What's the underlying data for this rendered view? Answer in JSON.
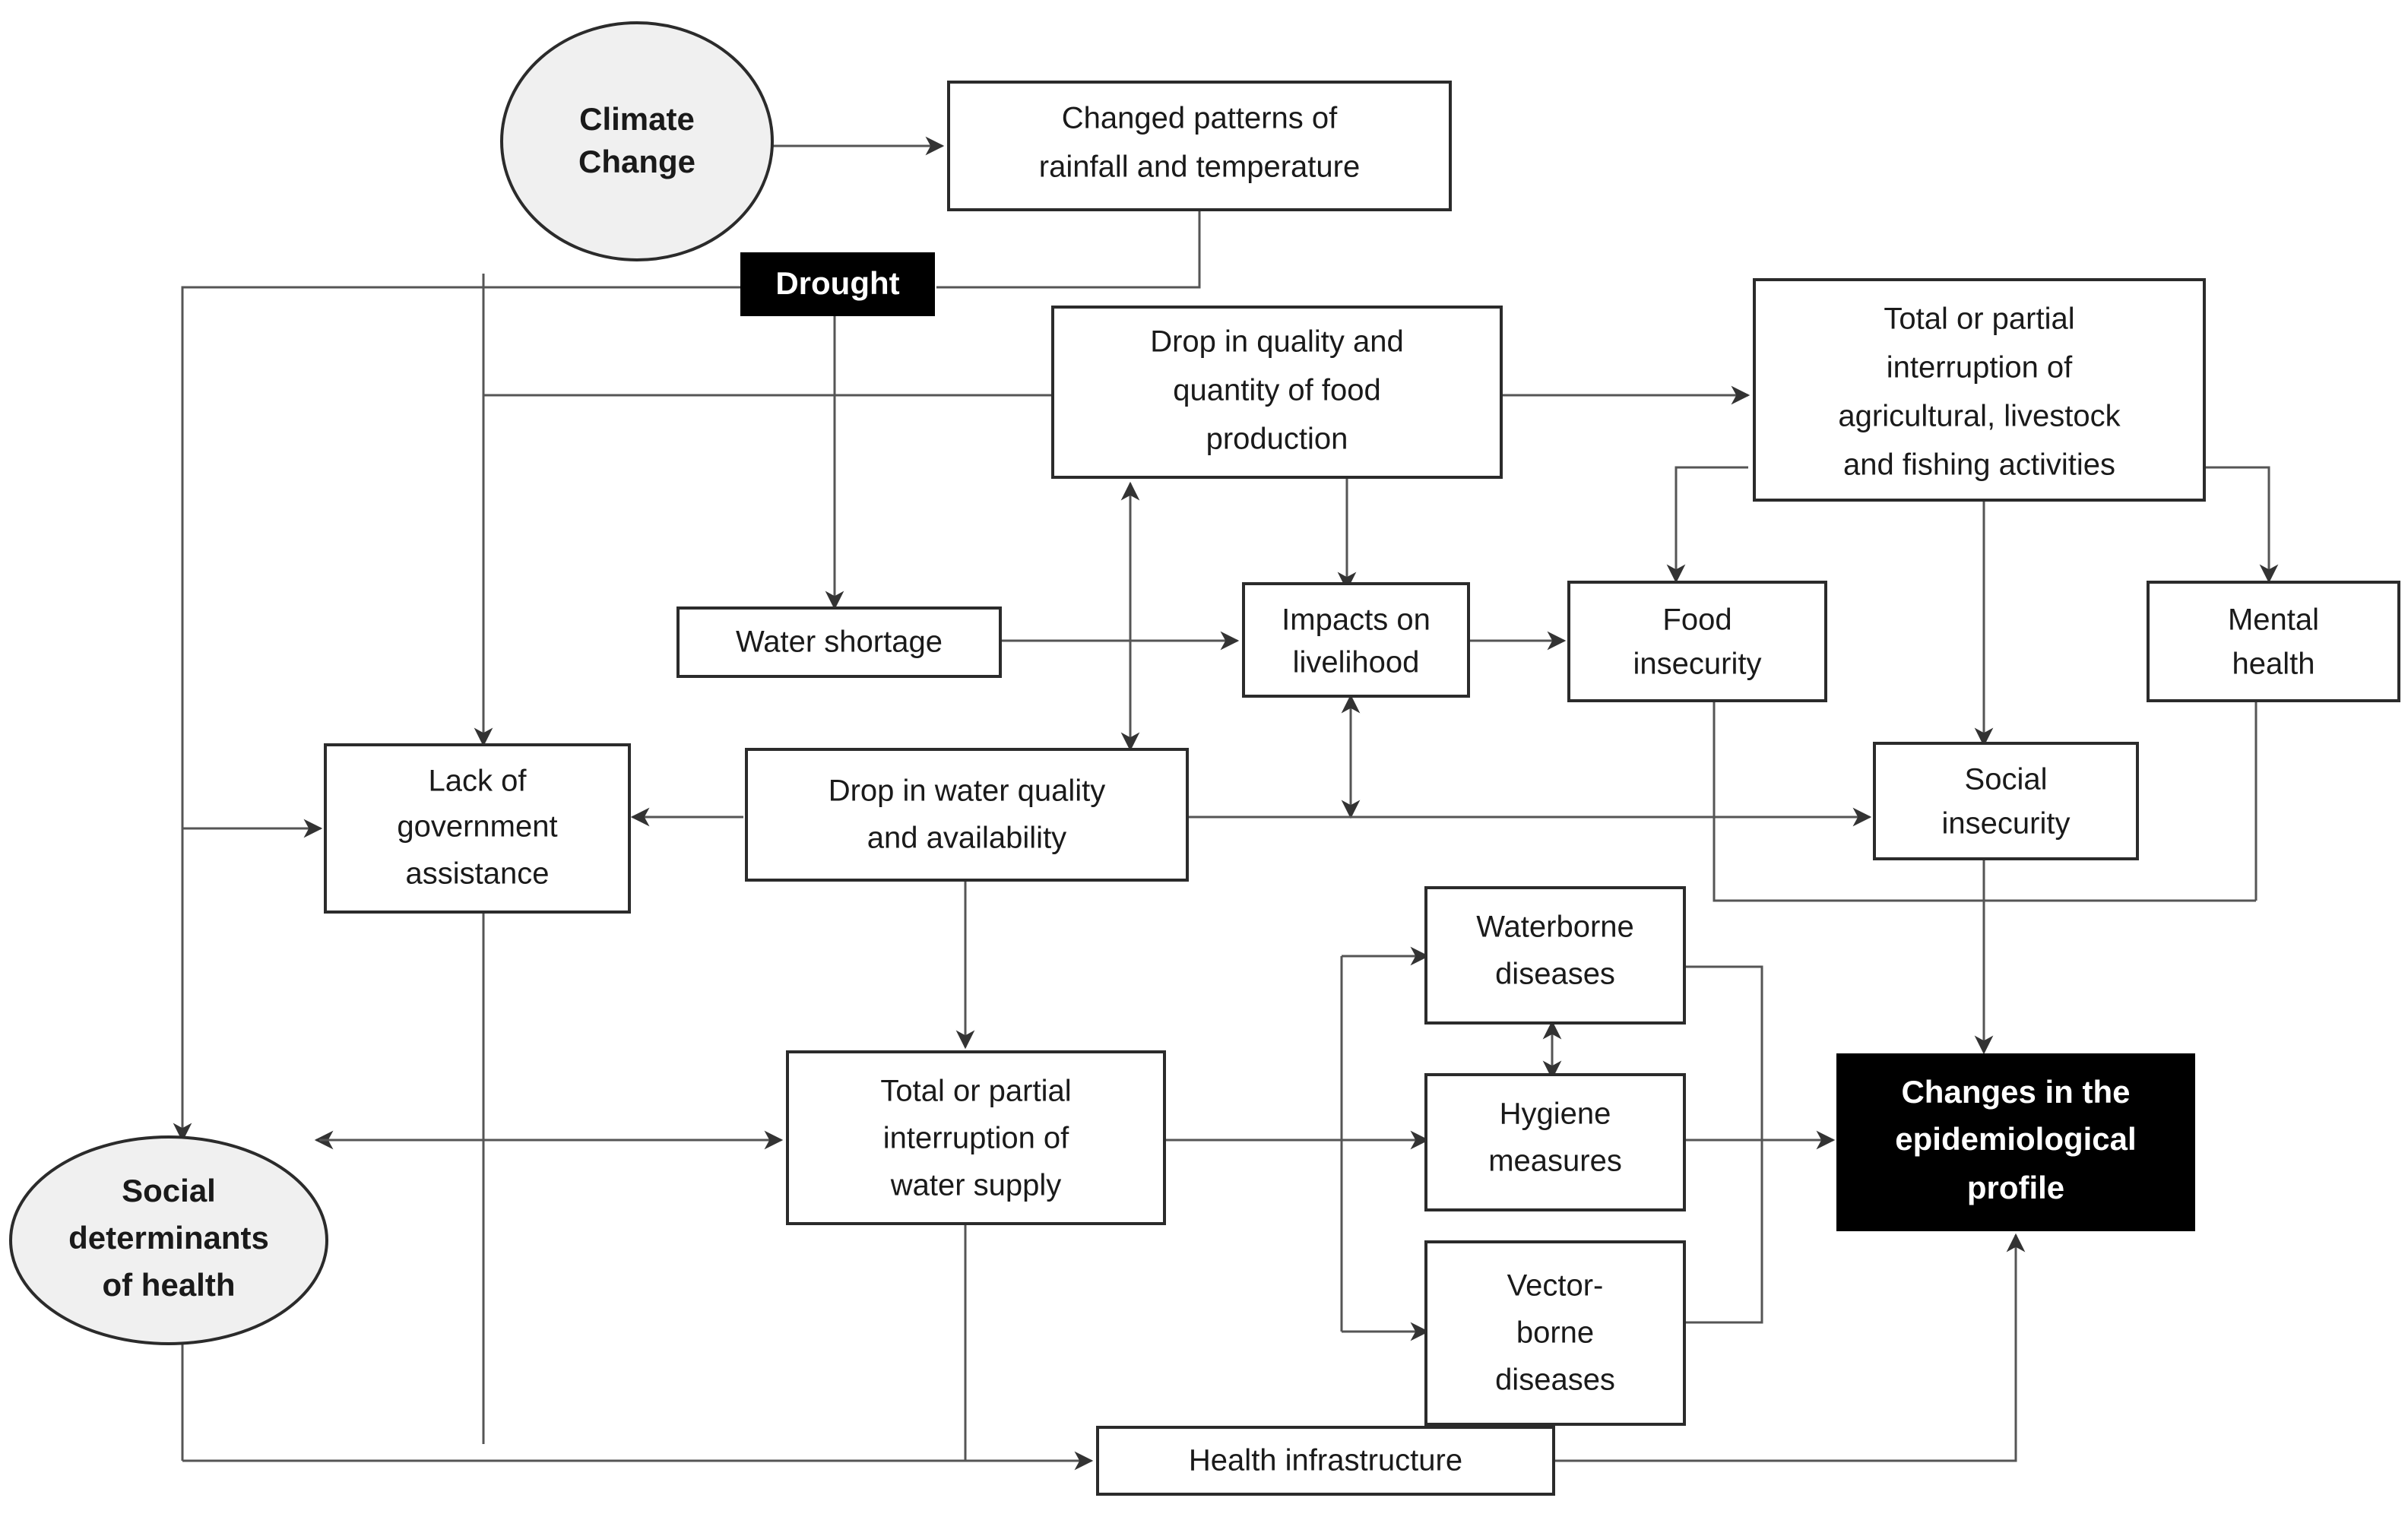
{
  "diagram": {
    "type": "flowchart",
    "title": "Climate change, drought and health impact pathway",
    "colors": {
      "node_fill": "#ffffff",
      "node_stroke": "#2b2b2b",
      "highlight_fill": "#000000",
      "highlight_text": "#ffffff",
      "ellipse_fill": "#f0f0f0",
      "edge_stroke": "#555555",
      "background": "#ffffff"
    },
    "nodes": [
      {
        "id": "climate_change",
        "label": "Climate Change",
        "lines": [
          "Climate",
          "Change"
        ],
        "shape": "ellipse",
        "style": "shaded-bold"
      },
      {
        "id": "changed_patterns",
        "label": "Changed patterns of rainfall and temperature",
        "lines": [
          "Changed patterns of",
          "rainfall and temperature"
        ],
        "shape": "rect",
        "style": "plain"
      },
      {
        "id": "drought",
        "label": "Drought",
        "lines": [
          "Drought"
        ],
        "shape": "rect",
        "style": "inverted-bold"
      },
      {
        "id": "food_production",
        "label": "Drop in quality and quantity of food production",
        "lines": [
          "Drop in quality and",
          "quantity of food",
          "production"
        ],
        "shape": "rect",
        "style": "plain"
      },
      {
        "id": "interruption_agri",
        "label": "Total or partial interruption of agricultural, livestock and fishing activities",
        "lines": [
          "Total or partial",
          "interruption of",
          "agricultural, livestock",
          "and fishing activities"
        ],
        "shape": "rect",
        "style": "plain"
      },
      {
        "id": "water_shortage",
        "label": "Water shortage",
        "lines": [
          "Water shortage"
        ],
        "shape": "rect",
        "style": "plain"
      },
      {
        "id": "impacts_livelihood",
        "label": "Impacts on livelihood",
        "lines": [
          "Impacts on",
          "livelihood"
        ],
        "shape": "rect",
        "style": "plain"
      },
      {
        "id": "food_insecurity",
        "label": "Food insecurity",
        "lines": [
          "Food",
          "insecurity"
        ],
        "shape": "rect",
        "style": "plain"
      },
      {
        "id": "mental_health",
        "label": "Mental health",
        "lines": [
          "Mental",
          "health"
        ],
        "shape": "rect",
        "style": "plain"
      },
      {
        "id": "lack_gov_assistance",
        "label": "Lack of government assistance",
        "lines": [
          "Lack of",
          "government",
          "assistance"
        ],
        "shape": "rect",
        "style": "plain"
      },
      {
        "id": "water_quality",
        "label": "Drop in water quality and availability",
        "lines": [
          "Drop in water quality",
          "and availability"
        ],
        "shape": "rect",
        "style": "plain"
      },
      {
        "id": "social_insecurity",
        "label": "Social insecurity",
        "lines": [
          "Social",
          "insecurity"
        ],
        "shape": "rect",
        "style": "plain"
      },
      {
        "id": "waterborne_diseases",
        "label": "Waterborne diseases",
        "lines": [
          "Waterborne",
          "diseases"
        ],
        "shape": "rect",
        "style": "plain"
      },
      {
        "id": "social_determinants",
        "label": "Social determinants of health",
        "lines": [
          "Social",
          "determinants",
          "of health"
        ],
        "shape": "ellipse",
        "style": "shaded-bold"
      },
      {
        "id": "water_supply",
        "label": "Total or partial interruption of water supply",
        "lines": [
          "Total or partial",
          "interruption of",
          "water supply"
        ],
        "shape": "rect",
        "style": "plain"
      },
      {
        "id": "hygiene_measures",
        "label": "Hygiene measures",
        "lines": [
          "Hygiene",
          "measures"
        ],
        "shape": "rect",
        "style": "plain"
      },
      {
        "id": "epidemiological_profile",
        "label": "Changes in the epidemiological profile",
        "lines": [
          "Changes in the",
          "epidemiological",
          "profile"
        ],
        "shape": "rect",
        "style": "inverted-bold"
      },
      {
        "id": "vector_borne_diseases",
        "label": "Vector-borne diseases",
        "lines": [
          "Vector-",
          "borne",
          "diseases"
        ],
        "shape": "rect",
        "style": "plain"
      },
      {
        "id": "health_infrastructure",
        "label": "Health infrastructure",
        "lines": [
          "Health infrastructure"
        ],
        "shape": "rect",
        "style": "plain"
      }
    ],
    "edges": [
      {
        "from": "climate_change",
        "to": "changed_patterns",
        "direction": "one-way"
      },
      {
        "from": "changed_patterns",
        "to": "drought",
        "direction": "one-way"
      },
      {
        "from": "drought",
        "to": "water_shortage",
        "direction": "one-way"
      },
      {
        "from": "drought",
        "to": "food_production",
        "direction": "one-way"
      },
      {
        "from": "drought",
        "to": "lack_gov_assistance",
        "direction": "one-way"
      },
      {
        "from": "drought",
        "to": "social_determinants",
        "direction": "one-way"
      },
      {
        "from": "food_production",
        "to": "interruption_agri",
        "direction": "one-way"
      },
      {
        "from": "food_production",
        "to": "impacts_livelihood",
        "direction": "one-way"
      },
      {
        "from": "food_production",
        "to": "water_quality",
        "direction": "two-way"
      },
      {
        "from": "interruption_agri",
        "to": "food_insecurity",
        "direction": "one-way"
      },
      {
        "from": "interruption_agri",
        "to": "social_insecurity",
        "direction": "one-way"
      },
      {
        "from": "interruption_agri",
        "to": "mental_health",
        "direction": "one-way"
      },
      {
        "from": "water_shortage",
        "to": "impacts_livelihood",
        "direction": "one-way"
      },
      {
        "from": "impacts_livelihood",
        "to": "food_insecurity",
        "direction": "one-way"
      },
      {
        "from": "impacts_livelihood",
        "to": "water_quality",
        "direction": "two-way"
      },
      {
        "from": "food_insecurity",
        "to": "epidemiological_profile",
        "direction": "one-way"
      },
      {
        "from": "mental_health",
        "to": "epidemiological_profile",
        "direction": "one-way"
      },
      {
        "from": "water_quality",
        "to": "lack_gov_assistance",
        "direction": "one-way"
      },
      {
        "from": "water_quality",
        "to": "social_insecurity",
        "direction": "one-way"
      },
      {
        "from": "water_quality",
        "to": "water_supply",
        "direction": "one-way"
      },
      {
        "from": "social_insecurity",
        "to": "epidemiological_profile",
        "direction": "one-way"
      },
      {
        "from": "water_supply",
        "to": "social_determinants",
        "direction": "one-way"
      },
      {
        "from": "water_supply",
        "to": "waterborne_diseases",
        "direction": "one-way"
      },
      {
        "from": "water_supply",
        "to": "hygiene_measures",
        "direction": "one-way"
      },
      {
        "from": "water_supply",
        "to": "vector_borne_diseases",
        "direction": "one-way"
      },
      {
        "from": "water_supply",
        "to": "health_infrastructure",
        "direction": "one-way"
      },
      {
        "from": "waterborne_diseases",
        "to": "hygiene_measures",
        "direction": "two-way"
      },
      {
        "from": "hygiene_measures",
        "to": "epidemiological_profile",
        "direction": "one-way"
      },
      {
        "from": "vector_borne_diseases",
        "to": "epidemiological_profile",
        "direction": "one-way"
      },
      {
        "from": "health_infrastructure",
        "to": "epidemiological_profile",
        "direction": "one-way"
      },
      {
        "from": "health_infrastructure",
        "to": "social_determinants",
        "direction": "one-way"
      },
      {
        "from": "lack_gov_assistance",
        "to": "social_determinants",
        "direction": "one-way"
      }
    ]
  },
  "labels": {
    "climate_change_l1": "Climate",
    "climate_change_l2": "Change",
    "changed_patterns_l1": "Changed patterns of",
    "changed_patterns_l2": "rainfall and temperature",
    "drought_l1": "Drought",
    "food_production_l1": "Drop in quality and",
    "food_production_l2": "quantity of food",
    "food_production_l3": "production",
    "interruption_agri_l1": "Total or partial",
    "interruption_agri_l2": "interruption of",
    "interruption_agri_l3": "agricultural, livestock",
    "interruption_agri_l4": "and fishing activities",
    "water_shortage_l1": "Water shortage",
    "impacts_livelihood_l1": "Impacts on",
    "impacts_livelihood_l2": "livelihood",
    "food_insecurity_l1": "Food",
    "food_insecurity_l2": "insecurity",
    "mental_health_l1": "Mental",
    "mental_health_l2": "health",
    "lack_gov_l1": "Lack of",
    "lack_gov_l2": "government",
    "lack_gov_l3": "assistance",
    "water_quality_l1": "Drop in water quality",
    "water_quality_l2": "and availability",
    "social_insecurity_l1": "Social",
    "social_insecurity_l2": "insecurity",
    "waterborne_l1": "Waterborne",
    "waterborne_l2": "diseases",
    "social_determinants_l1": "Social",
    "social_determinants_l2": "determinants",
    "social_determinants_l3": "of health",
    "water_supply_l1": "Total or partial",
    "water_supply_l2": "interruption of",
    "water_supply_l3": "water supply",
    "hygiene_l1": "Hygiene",
    "hygiene_l2": "measures",
    "epi_profile_l1": "Changes in the",
    "epi_profile_l2": "epidemiological",
    "epi_profile_l3": "profile",
    "vector_borne_l1": "Vector-",
    "vector_borne_l2": "borne",
    "vector_borne_l3": "diseases",
    "health_infra_l1": "Health infrastructure"
  }
}
